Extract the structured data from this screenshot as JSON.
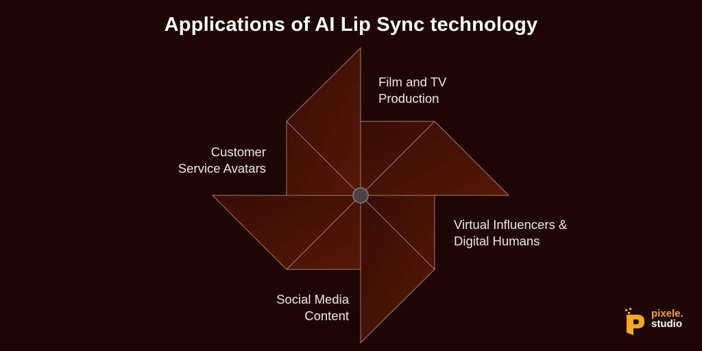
{
  "title": "Applications of AI Lip Sync technology",
  "labels": {
    "film": [
      "Film and TV",
      "Production"
    ],
    "customer": [
      "Customer",
      "Service Avatars"
    ],
    "virtual": [
      "Virtual Influencers &",
      "Digital Humans"
    ],
    "social": [
      "Social Media",
      "Content"
    ]
  },
  "logo": {
    "line1": "pixele.",
    "line2": "studio"
  },
  "colors": {
    "background": "#1d0604",
    "blade_dark": "#3a0e06",
    "blade_light": "#561806",
    "stroke": "#a87866",
    "accent": "#f5a623"
  }
}
